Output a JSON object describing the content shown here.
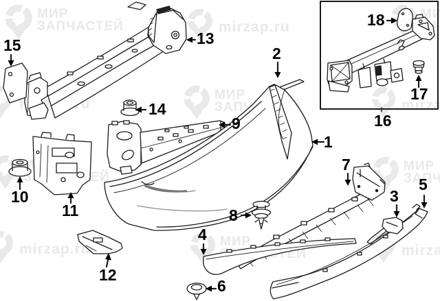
{
  "watermark": {
    "brand_line1": "МИР",
    "brand_line2": "ЗАПЧАСТЕЙ",
    "site": "mirzap.ru"
  },
  "diagram": {
    "subject": "rear bumper exploded parts diagram",
    "callouts": [
      "1",
      "2",
      "3",
      "4",
      "5",
      "6",
      "7",
      "8",
      "9",
      "10",
      "11",
      "12",
      "13",
      "14",
      "15",
      "16",
      "17",
      "18"
    ]
  },
  "colors": {
    "line": "#1a1a1a",
    "watermark": "#e9e9e9",
    "background": "#ffffff"
  }
}
